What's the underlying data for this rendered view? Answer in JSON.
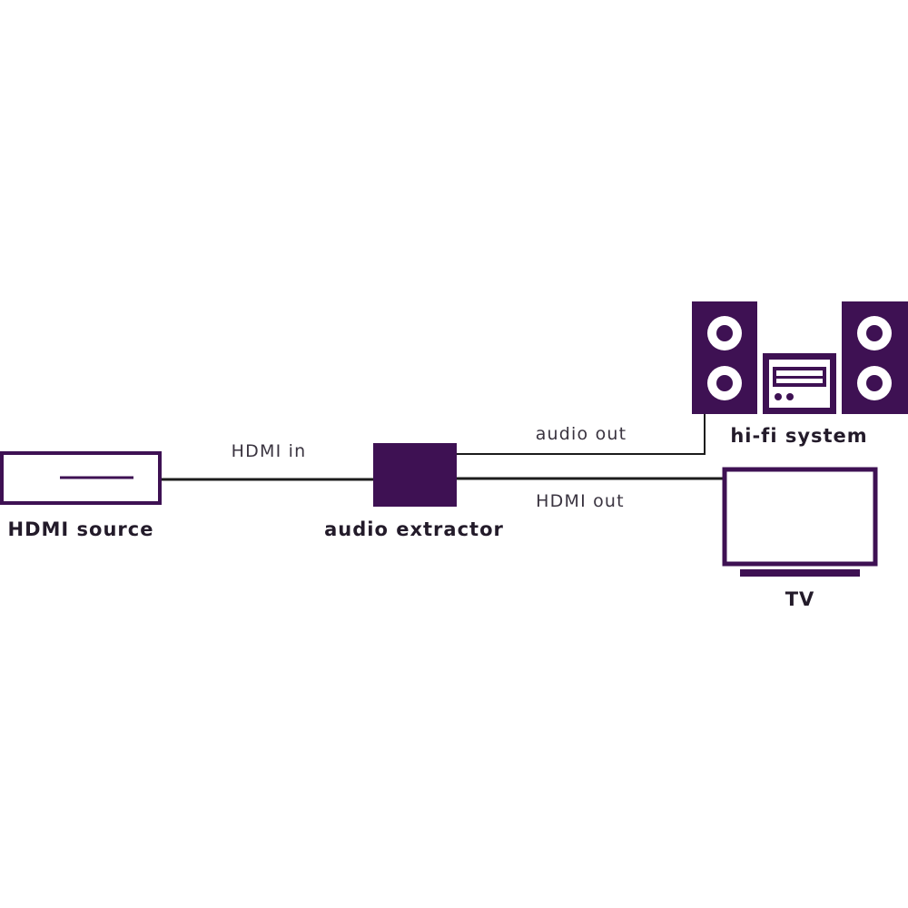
{
  "colors": {
    "accent": "#3e1153",
    "cable": "#1c1c1c",
    "label_text": "#231b2a",
    "background": "#ffffff"
  },
  "devices": {
    "hdmi_source": {
      "label": "HDMI source",
      "icon": "hdmi-source-box-icon"
    },
    "audio_extractor": {
      "label": "audio extractor",
      "icon": "audio-extractor-box-icon"
    },
    "hifi_system": {
      "label": "hi-fi system",
      "icon": "hifi-system-icon"
    },
    "tv": {
      "label": "TV",
      "icon": "tv-icon"
    }
  },
  "connections": {
    "hdmi_in": {
      "label": "HDMI in"
    },
    "audio_out": {
      "label": "audio out"
    },
    "hdmi_out": {
      "label": "HDMI out"
    }
  }
}
